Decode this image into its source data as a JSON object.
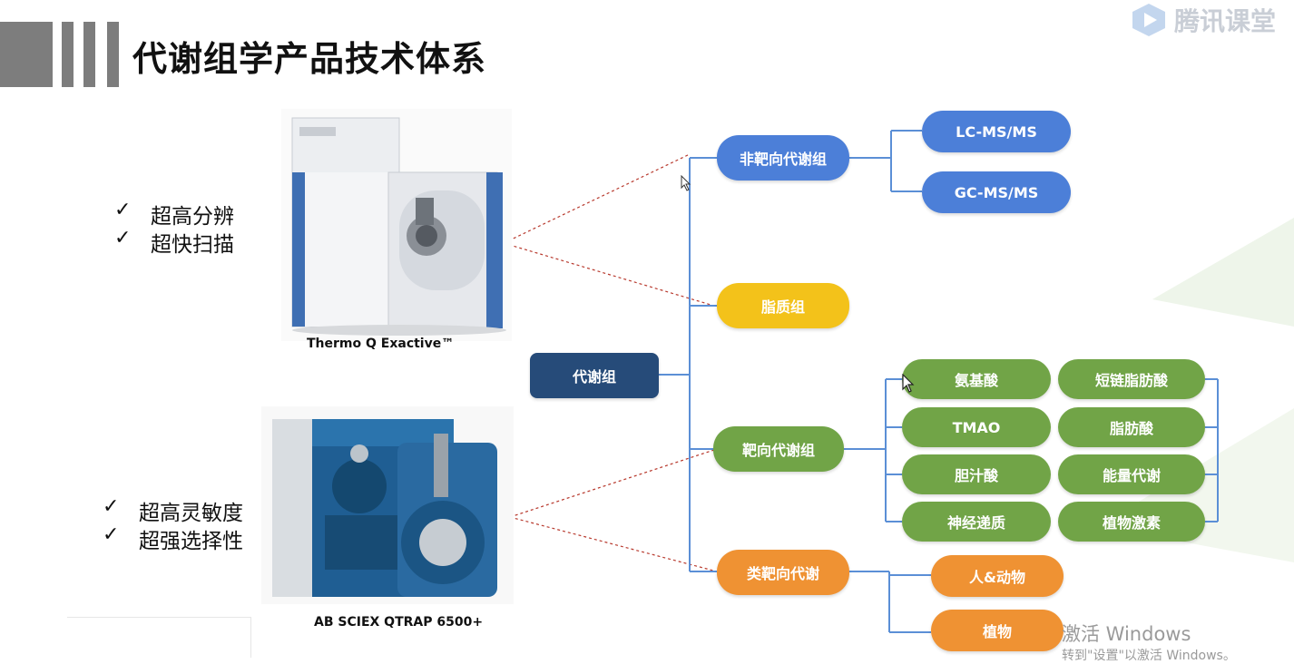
{
  "header": {
    "title": "代谢组学产品技术体系"
  },
  "logo": {
    "text": "腾讯课堂",
    "icon": "play-hexagon-icon"
  },
  "instruments": [
    {
      "caption": "Thermo Q Exactive™",
      "features": [
        "超高分辨",
        "超快扫描"
      ]
    },
    {
      "caption": "AB SCIEX QTRAP 6500+",
      "features": [
        "超高灵敏度",
        "超强选择性"
      ]
    }
  ],
  "tree": {
    "root": "代谢组",
    "untargeted": {
      "label": "非靶向代谢组",
      "children": [
        "LC-MS/MS",
        "GC-MS/MS"
      ]
    },
    "lipidomics": {
      "label": "脂质组"
    },
    "targeted": {
      "label": "靶向代谢组",
      "children": [
        "氨基酸",
        "短链脂肪酸",
        "TMAO",
        "脂肪酸",
        "胆汁酸",
        "能量代谢",
        "神经递质",
        "植物激素"
      ]
    },
    "pseudo": {
      "label": "类靶向代谢",
      "children": [
        "人&动物",
        "植物"
      ]
    }
  },
  "watermark": {
    "line1": "激活 Windows",
    "line2": "转到\"设置\"以激活 Windows。"
  },
  "colors": {
    "blue": "#4c7fd8",
    "gold": "#f3c21a",
    "green": "#71a447",
    "orange": "#ef9233",
    "navy": "#264b79"
  }
}
